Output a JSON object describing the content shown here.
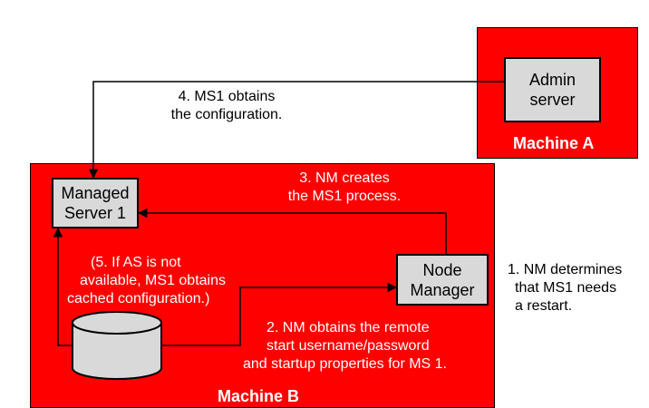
{
  "colors": {
    "machine_fill": "#ff0000",
    "box_fill": "#d9d9d9",
    "line": "#000000"
  },
  "machine_a": {
    "label": "Machine A",
    "admin_server": [
      "Admin",
      "server"
    ]
  },
  "machine_b": {
    "label": "Machine B",
    "managed_server": [
      "Managed",
      "Server 1"
    ],
    "node_manager": [
      "Node",
      "Manager"
    ],
    "datastore_icon": "database-cylinder-icon"
  },
  "steps": {
    "step1": [
      "1. NM determines",
      "that MS1 needs",
      "a restart."
    ],
    "step2": [
      "2. NM obtains the remote",
      "start username/password",
      "and startup properties for MS 1."
    ],
    "step3": [
      "3. NM creates",
      "the MS1 process."
    ],
    "step4": [
      "4. MS1 obtains",
      "the configuration."
    ],
    "step5": [
      "(5. If AS is not",
      "available, MS1 obtains",
      "cached configuration.)"
    ]
  }
}
